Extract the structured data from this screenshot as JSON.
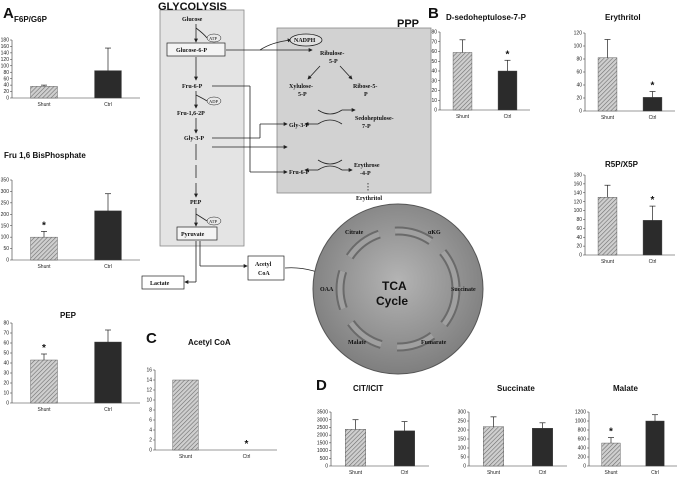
{
  "panel_letters": {
    "a": "A",
    "b": "B",
    "c": "C",
    "d": "D"
  },
  "pathway": {
    "glycolysis_title": "GLYCOLYSIS",
    "ppp_title": "PPP",
    "tca_line1": "TCA",
    "tca_line2": "Cycle",
    "nodes": {
      "glucose": "Glucose",
      "glucose6p": "Glucose-6-P",
      "fru6p": "Fru-6-P",
      "fru16p": "Fru-1,6-2P",
      "gly3p": "Gly-3-P",
      "pep": "PEP",
      "pyruvate": "Pyruvate",
      "lactate": "Lactate",
      "acetylcoa_1": "Acetyl",
      "acetylcoa_2": "CoA",
      "nadph": "NADPH",
      "ribulose_1": "Ribulose-",
      "ribulose_2": "5-P",
      "xylulose_1": "Xylulose-",
      "xylulose_2": "5-P",
      "ribose_1": "Ribose-5-",
      "ribose_2": "P",
      "ppp_gly3p": "Gly-3-P",
      "sedo_1": "Sedoheptulose-",
      "sedo_2": "7-P",
      "ppp_fru6p": "Fru-6-P",
      "erythrose_1": "Erythrose",
      "erythrose_2": "-4-P",
      "erythritol": "Erythritol",
      "citrate": "Citrate",
      "akg": "αKG",
      "succinate": "Succinate",
      "fumarate": "Fumarate",
      "malate": "Malate",
      "oaa": "OAA"
    },
    "cofactors": {
      "c1": "ATP",
      "c2": "ADP",
      "c3": "ATP"
    }
  },
  "colors": {
    "ctrl_bar": "#2b2b2b",
    "shunt_hatch": "#8a8a8a",
    "glyco_box": "#e4e4e4",
    "ppp_box": "#d2d2d2",
    "tca_circle": "#8c8c8c"
  },
  "chart_data": [
    {
      "type": "bar",
      "title": "F6P/G6P",
      "categories": [
        "Shunt",
        "Ctrl"
      ],
      "values": [
        36,
        85
      ],
      "errors": [
        4,
        70
      ],
      "significant": [
        false,
        false
      ],
      "ylim": [
        0,
        180
      ],
      "yticks": [
        0,
        20,
        40,
        60,
        80,
        100,
        120,
        140,
        160,
        180
      ]
    },
    {
      "type": "bar",
      "title": "Fru 1,6 BisPhosphate",
      "categories": [
        "Shunt",
        "Ctrl"
      ],
      "values": [
        100,
        215
      ],
      "errors": [
        25,
        75
      ],
      "significant": [
        true,
        false
      ],
      "ylim": [
        0,
        350
      ],
      "yticks": [
        0,
        50,
        100,
        150,
        200,
        250,
        300,
        350
      ]
    },
    {
      "type": "bar",
      "title": "PEP",
      "categories": [
        "Shunt",
        "Ctrl"
      ],
      "values": [
        43,
        61
      ],
      "errors": [
        6,
        12
      ],
      "significant": [
        true,
        false
      ],
      "ylim": [
        0,
        80
      ],
      "yticks": [
        0,
        10,
        20,
        30,
        40,
        50,
        60,
        70,
        80
      ]
    },
    {
      "type": "bar",
      "title": "D-sedoheptulose-7-P",
      "categories": [
        "Shunt",
        "Ctrl"
      ],
      "values": [
        59,
        40
      ],
      "errors": [
        13,
        11
      ],
      "significant": [
        false,
        true
      ],
      "ylim": [
        0,
        80
      ],
      "yticks": [
        0,
        10,
        20,
        30,
        40,
        50,
        60,
        70,
        80
      ]
    },
    {
      "type": "bar",
      "title": "Erythritol",
      "categories": [
        "Shunt",
        "Ctrl"
      ],
      "values": [
        82,
        21
      ],
      "errors": [
        28,
        9
      ],
      "significant": [
        false,
        true
      ],
      "ylim": [
        0,
        120
      ],
      "yticks": [
        0,
        20,
        40,
        60,
        80,
        100,
        120
      ]
    },
    {
      "type": "bar",
      "title": "R5P/X5P",
      "categories": [
        "Shunt",
        "Ctrl"
      ],
      "values": [
        130,
        78
      ],
      "errors": [
        27,
        32
      ],
      "significant": [
        false,
        true
      ],
      "ylim": [
        0,
        180
      ],
      "yticks": [
        0,
        20,
        40,
        60,
        80,
        100,
        120,
        140,
        160,
        180
      ]
    },
    {
      "type": "bar",
      "title": "Acetyl CoA",
      "categories": [
        "Shunt",
        "Ctrl"
      ],
      "values": [
        14,
        0
      ],
      "errors": [
        0,
        0
      ],
      "significant": [
        false,
        true
      ],
      "ylim": [
        0,
        16
      ],
      "yticks": [
        0,
        2,
        4,
        6,
        8,
        10,
        12,
        14,
        16
      ]
    },
    {
      "type": "bar",
      "title": "CIT/ICIT",
      "categories": [
        "Shunt",
        "Ctrl"
      ],
      "values": [
        2380,
        2280
      ],
      "errors": [
        620,
        600
      ],
      "significant": [
        false,
        false
      ],
      "ylim": [
        0,
        3500
      ],
      "yticks": [
        0,
        500,
        1000,
        1500,
        2000,
        2500,
        3000,
        3500
      ]
    },
    {
      "type": "bar",
      "title": "Succinate",
      "categories": [
        "Shunt",
        "Ctrl"
      ],
      "values": [
        218,
        210
      ],
      "errors": [
        55,
        30
      ],
      "significant": [
        false,
        false
      ],
      "ylim": [
        0,
        300
      ],
      "yticks": [
        0,
        50,
        100,
        150,
        200,
        250,
        300
      ]
    },
    {
      "type": "bar",
      "title": "Malate",
      "categories": [
        "Shunt",
        "Ctrl"
      ],
      "values": [
        510,
        1000
      ],
      "errors": [
        120,
        140
      ],
      "significant": [
        true,
        false
      ],
      "ylim": [
        0,
        1200
      ],
      "yticks": [
        0,
        200,
        400,
        600,
        800,
        1000,
        1200
      ]
    }
  ]
}
